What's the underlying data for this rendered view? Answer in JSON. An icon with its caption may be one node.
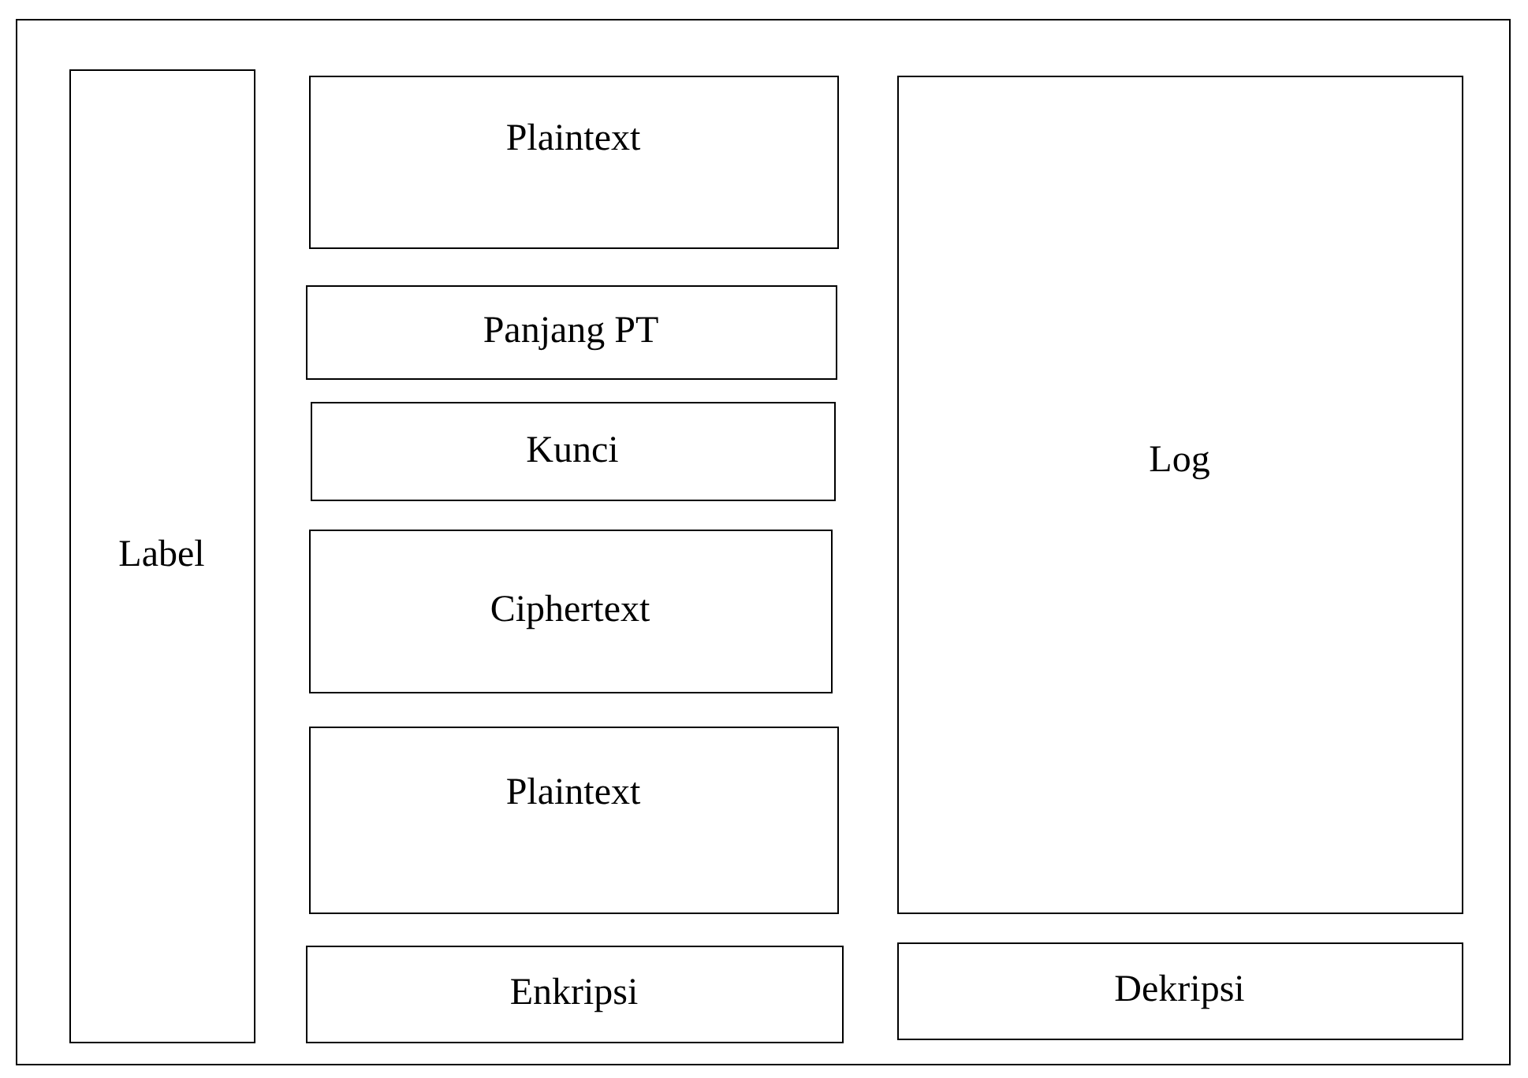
{
  "diagram": {
    "nodes": [
      {
        "text": [],
        "shape": "box"
      },
      {
        "text": [
          "Label"
        ],
        "in": 0
      },
      {
        "text": [
          "Plaintext"
        ],
        "in": 0
      },
      {
        "text": [
          "Panjang PT"
        ],
        "in": 0
      },
      {
        "text": [
          "Kunci"
        ],
        "in": 0
      },
      {
        "text": [
          "Ciphertext"
        ],
        "in": 0
      },
      {
        "text": [
          "Plaintext"
        ],
        "in": 0
      },
      {
        "text": [
          "Enkripsi"
        ],
        "in": 0
      },
      {
        "text": [
          "Log"
        ],
        "in": 0
      },
      {
        "text": [
          "Dekripsi"
        ],
        "in": 0
      }
    ]
  }
}
